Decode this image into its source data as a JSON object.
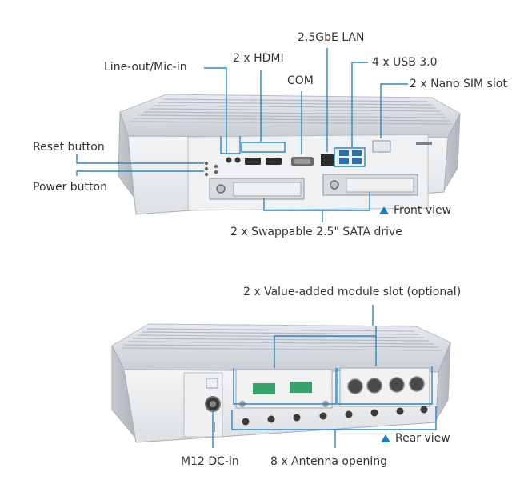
{
  "front": {
    "caption": "Front view",
    "labels": {
      "lan": "2.5GbE LAN",
      "hdmi": "2 x HDMI",
      "line_out": "Line-out/Mic-in",
      "usb": "4 x USB 3.0",
      "com": "COM",
      "sim": "2 x Nano SIM slot",
      "reset": "Reset button",
      "power": "Power button",
      "sata": "2 x Swappable 2.5\" SATA drive"
    }
  },
  "rear": {
    "caption": "Rear view",
    "labels": {
      "module_slot": "2 x Value-added module slot (optional)",
      "dc_in": "M12 DC-in",
      "antenna": "8 x Antenna opening"
    }
  },
  "colors": {
    "callout_line": "#2a86c8",
    "triangle": "#1b7fc4",
    "chassis": "#d4d8dd",
    "panel": "#eceef0",
    "text": "#333333"
  }
}
